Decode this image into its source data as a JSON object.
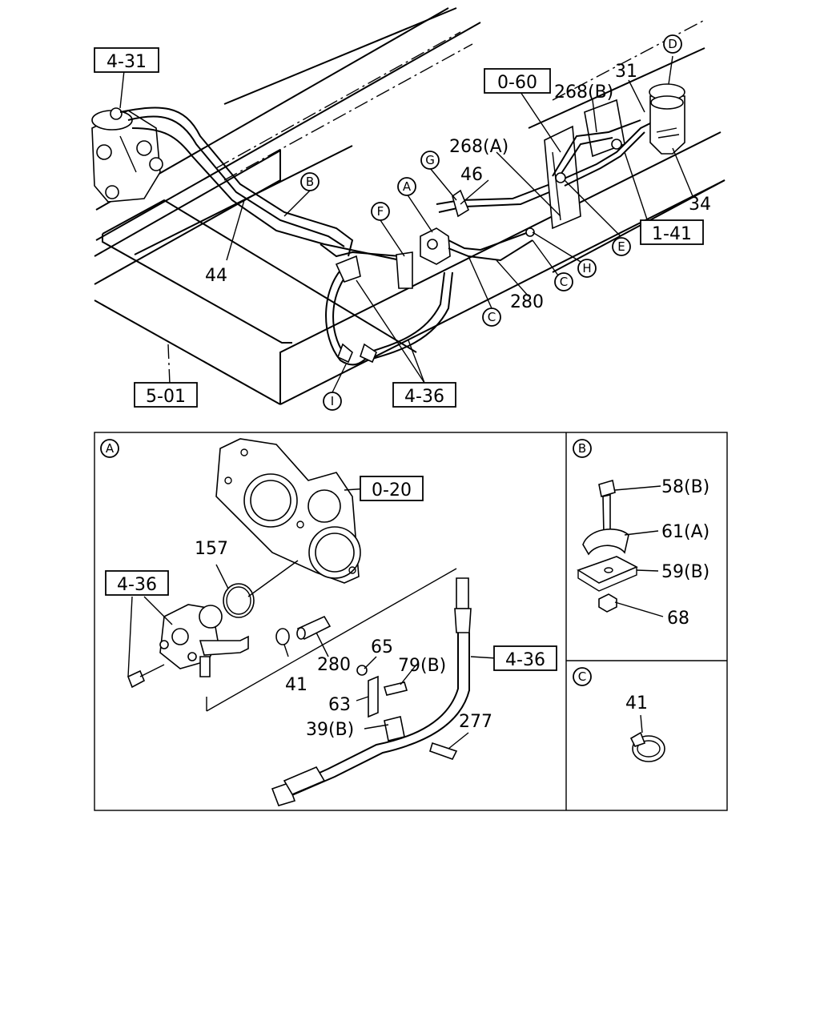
{
  "refs": {
    "r431": "4-31",
    "r060": "0-60",
    "r141": "1-41",
    "r501": "5-01",
    "r436a": "4-36",
    "r020": "0-20",
    "r436b": "4-36",
    "r436c": "4-36"
  },
  "parts": {
    "p31": "31",
    "p268b": "268(B)",
    "p268a": "268(A)",
    "p46": "46",
    "p34": "34",
    "p44": "44",
    "p280a": "280",
    "p157": "157",
    "p41a": "41",
    "p280b": "280",
    "p65": "65",
    "p79b": "79(B)",
    "p63": "63",
    "p39b": "39(B)",
    "p277": "277",
    "p58b": "58(B)",
    "p61a": "61(A)",
    "p59b": "59(B)",
    "p68": "68",
    "p41b": "41"
  },
  "callouts": {
    "cA": "A",
    "cB": "B",
    "cC1": "C",
    "cC2": "C",
    "cD": "D",
    "cE": "E",
    "cF": "F",
    "cG": "G",
    "cH": "H",
    "cI": "I"
  },
  "panels": {
    "A": "A",
    "B": "B",
    "C": "C"
  }
}
